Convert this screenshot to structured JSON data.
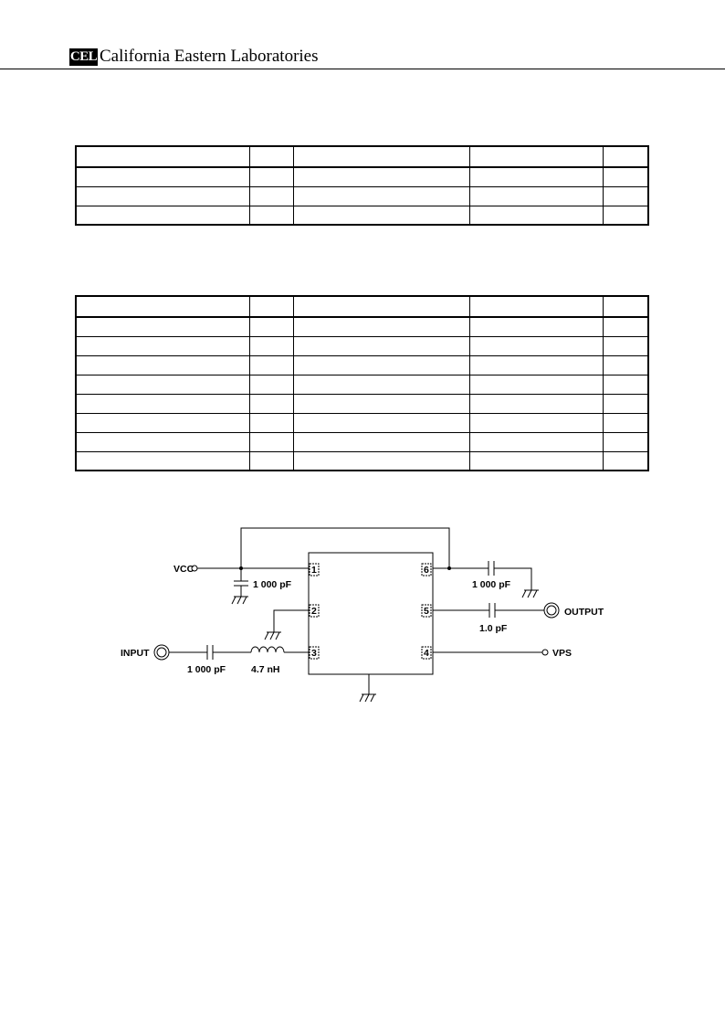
{
  "header": {
    "logo_text": "CEL",
    "company_name": "California Eastern Laboratories"
  },
  "circuit": {
    "vcc_label": "VCC",
    "vps_label": "VPS",
    "input_label": "INPUT",
    "output_label": "OUTPUT",
    "cap_vcc": "1 000 pF",
    "cap_pin6": "1 000 pF",
    "cap_output": "1.0 pF",
    "cap_input": "1 000 pF",
    "inductor_input": "4.7 nH",
    "pins": [
      "1",
      "2",
      "3",
      "4",
      "5",
      "6"
    ]
  }
}
